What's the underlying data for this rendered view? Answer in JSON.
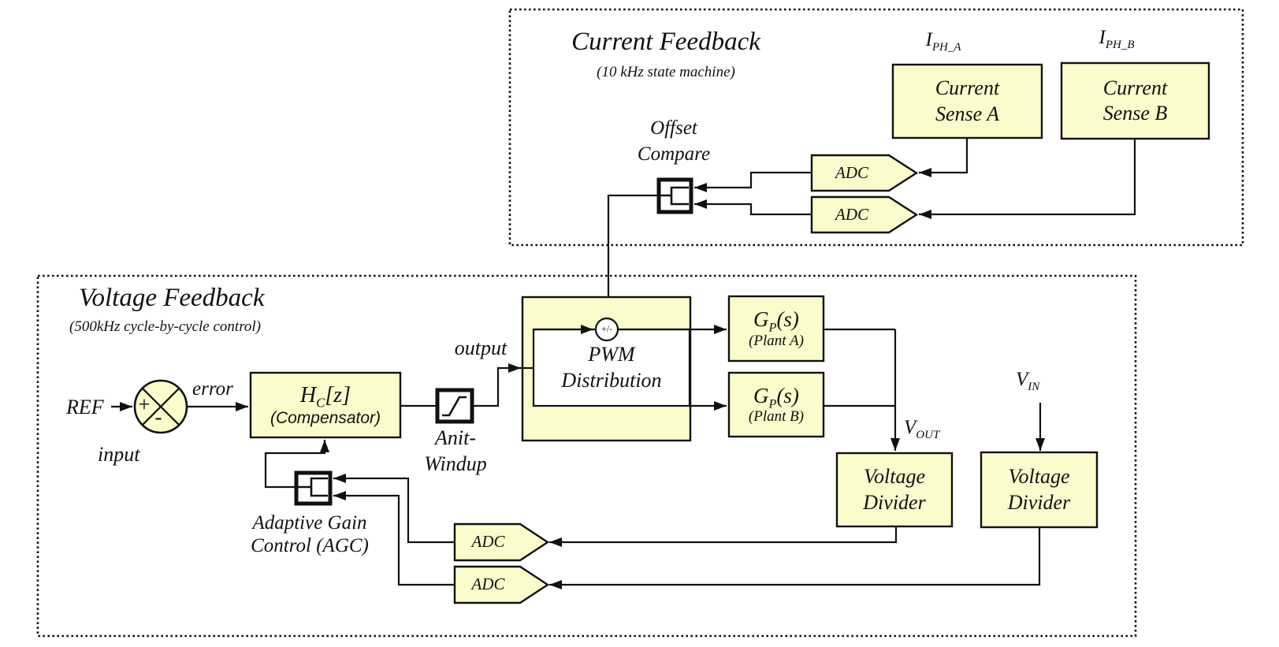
{
  "canvas": {
    "background": "#ffffff"
  },
  "colors": {
    "block_fill": "#FBFBCB",
    "line": "#111111",
    "inner_fill": "#ffffff"
  },
  "sections": {
    "current_feedback": {
      "title": "Current Feedback",
      "subtitle": "(10 kHz state machine)"
    },
    "voltage_feedback": {
      "title": "Voltage Feedback",
      "subtitle": "(500kHz cycle-by-cycle control)"
    }
  },
  "blocks": {
    "current_sense_a": {
      "line1": "Current",
      "line2": "Sense A"
    },
    "current_sense_b": {
      "line1": "Current",
      "line2": "Sense B"
    },
    "adc": "ADC",
    "pwm": {
      "line1": "PWM",
      "line2": "Distribution"
    },
    "plant_a": {
      "main": "G",
      "sub": "P",
      "rest": "(s)",
      "caption": "(Plant A)"
    },
    "plant_b": {
      "main": "G",
      "sub": "P",
      "rest": "(s)",
      "caption": "(Plant B)"
    },
    "voltage_divider_out": {
      "line1": "Voltage",
      "line2": "Divider"
    },
    "voltage_divider_in": {
      "line1": "Voltage",
      "line2": "Divider"
    },
    "compensator": {
      "main": "H",
      "sub": "C",
      "rest": "[z]",
      "caption": "(Compensator)"
    }
  },
  "labels": {
    "ref": "REF",
    "input": "input",
    "error": "error",
    "output": "output",
    "anti_windup": {
      "line1": "Anit-",
      "line2": "Windup"
    },
    "agc": {
      "line1": "Adaptive Gain",
      "line2": "Control (AGC)"
    },
    "offset_compare": {
      "line1": "Offset",
      "line2": "Compare"
    },
    "v_out": {
      "main": "V",
      "sub": "OUT"
    },
    "v_in": {
      "main": "V",
      "sub": "IN"
    },
    "i_ph_a": {
      "main": "I",
      "sub": "PH_A"
    },
    "i_ph_b": {
      "main": "I",
      "sub": "PH_B"
    },
    "sum_plus": "+",
    "sum_minus": "-",
    "pwm_sum": "+/-"
  }
}
